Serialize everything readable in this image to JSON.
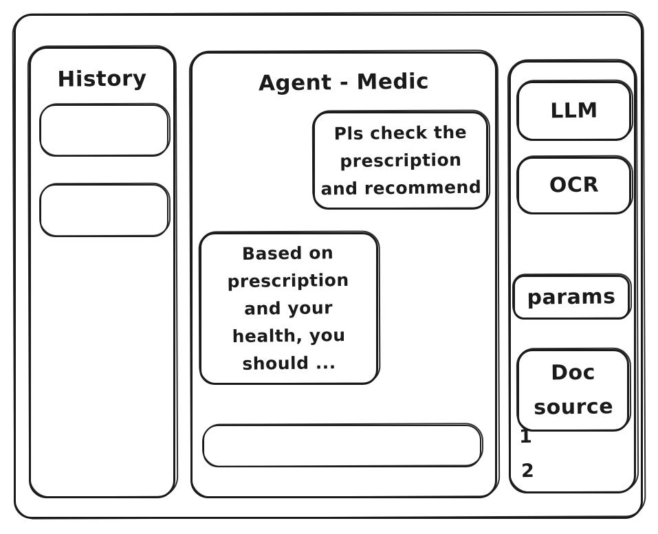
{
  "window": {
    "style": "hand-drawn-wireframe",
    "stroke_color": "#1a1a1a",
    "background_color": "#ffffff"
  },
  "history_panel": {
    "title": "History",
    "items": [
      {
        "label": ""
      },
      {
        "label": ""
      }
    ]
  },
  "main_panel": {
    "title": "Agent - Medic",
    "messages": [
      {
        "role": "user",
        "align": "right",
        "lines": [
          "Pls check the",
          "prescription",
          "and recommend"
        ],
        "text": "Pls check the prescription and recommend"
      },
      {
        "role": "assistant",
        "align": "left",
        "lines": [
          "Based on",
          "prescription",
          "and your",
          "health, you",
          "should ..."
        ],
        "text": "Based on prescription and your health, you should ..."
      }
    ],
    "composer": {
      "value": "",
      "placeholder": ""
    }
  },
  "right_sidebar": {
    "buttons": [
      {
        "label": "LLM"
      },
      {
        "label": "OCR"
      },
      {
        "label": "params"
      }
    ],
    "doc_source": {
      "lines": [
        "Doc",
        "source"
      ],
      "title": "Doc source",
      "entries": [
        "1",
        "2"
      ]
    }
  }
}
